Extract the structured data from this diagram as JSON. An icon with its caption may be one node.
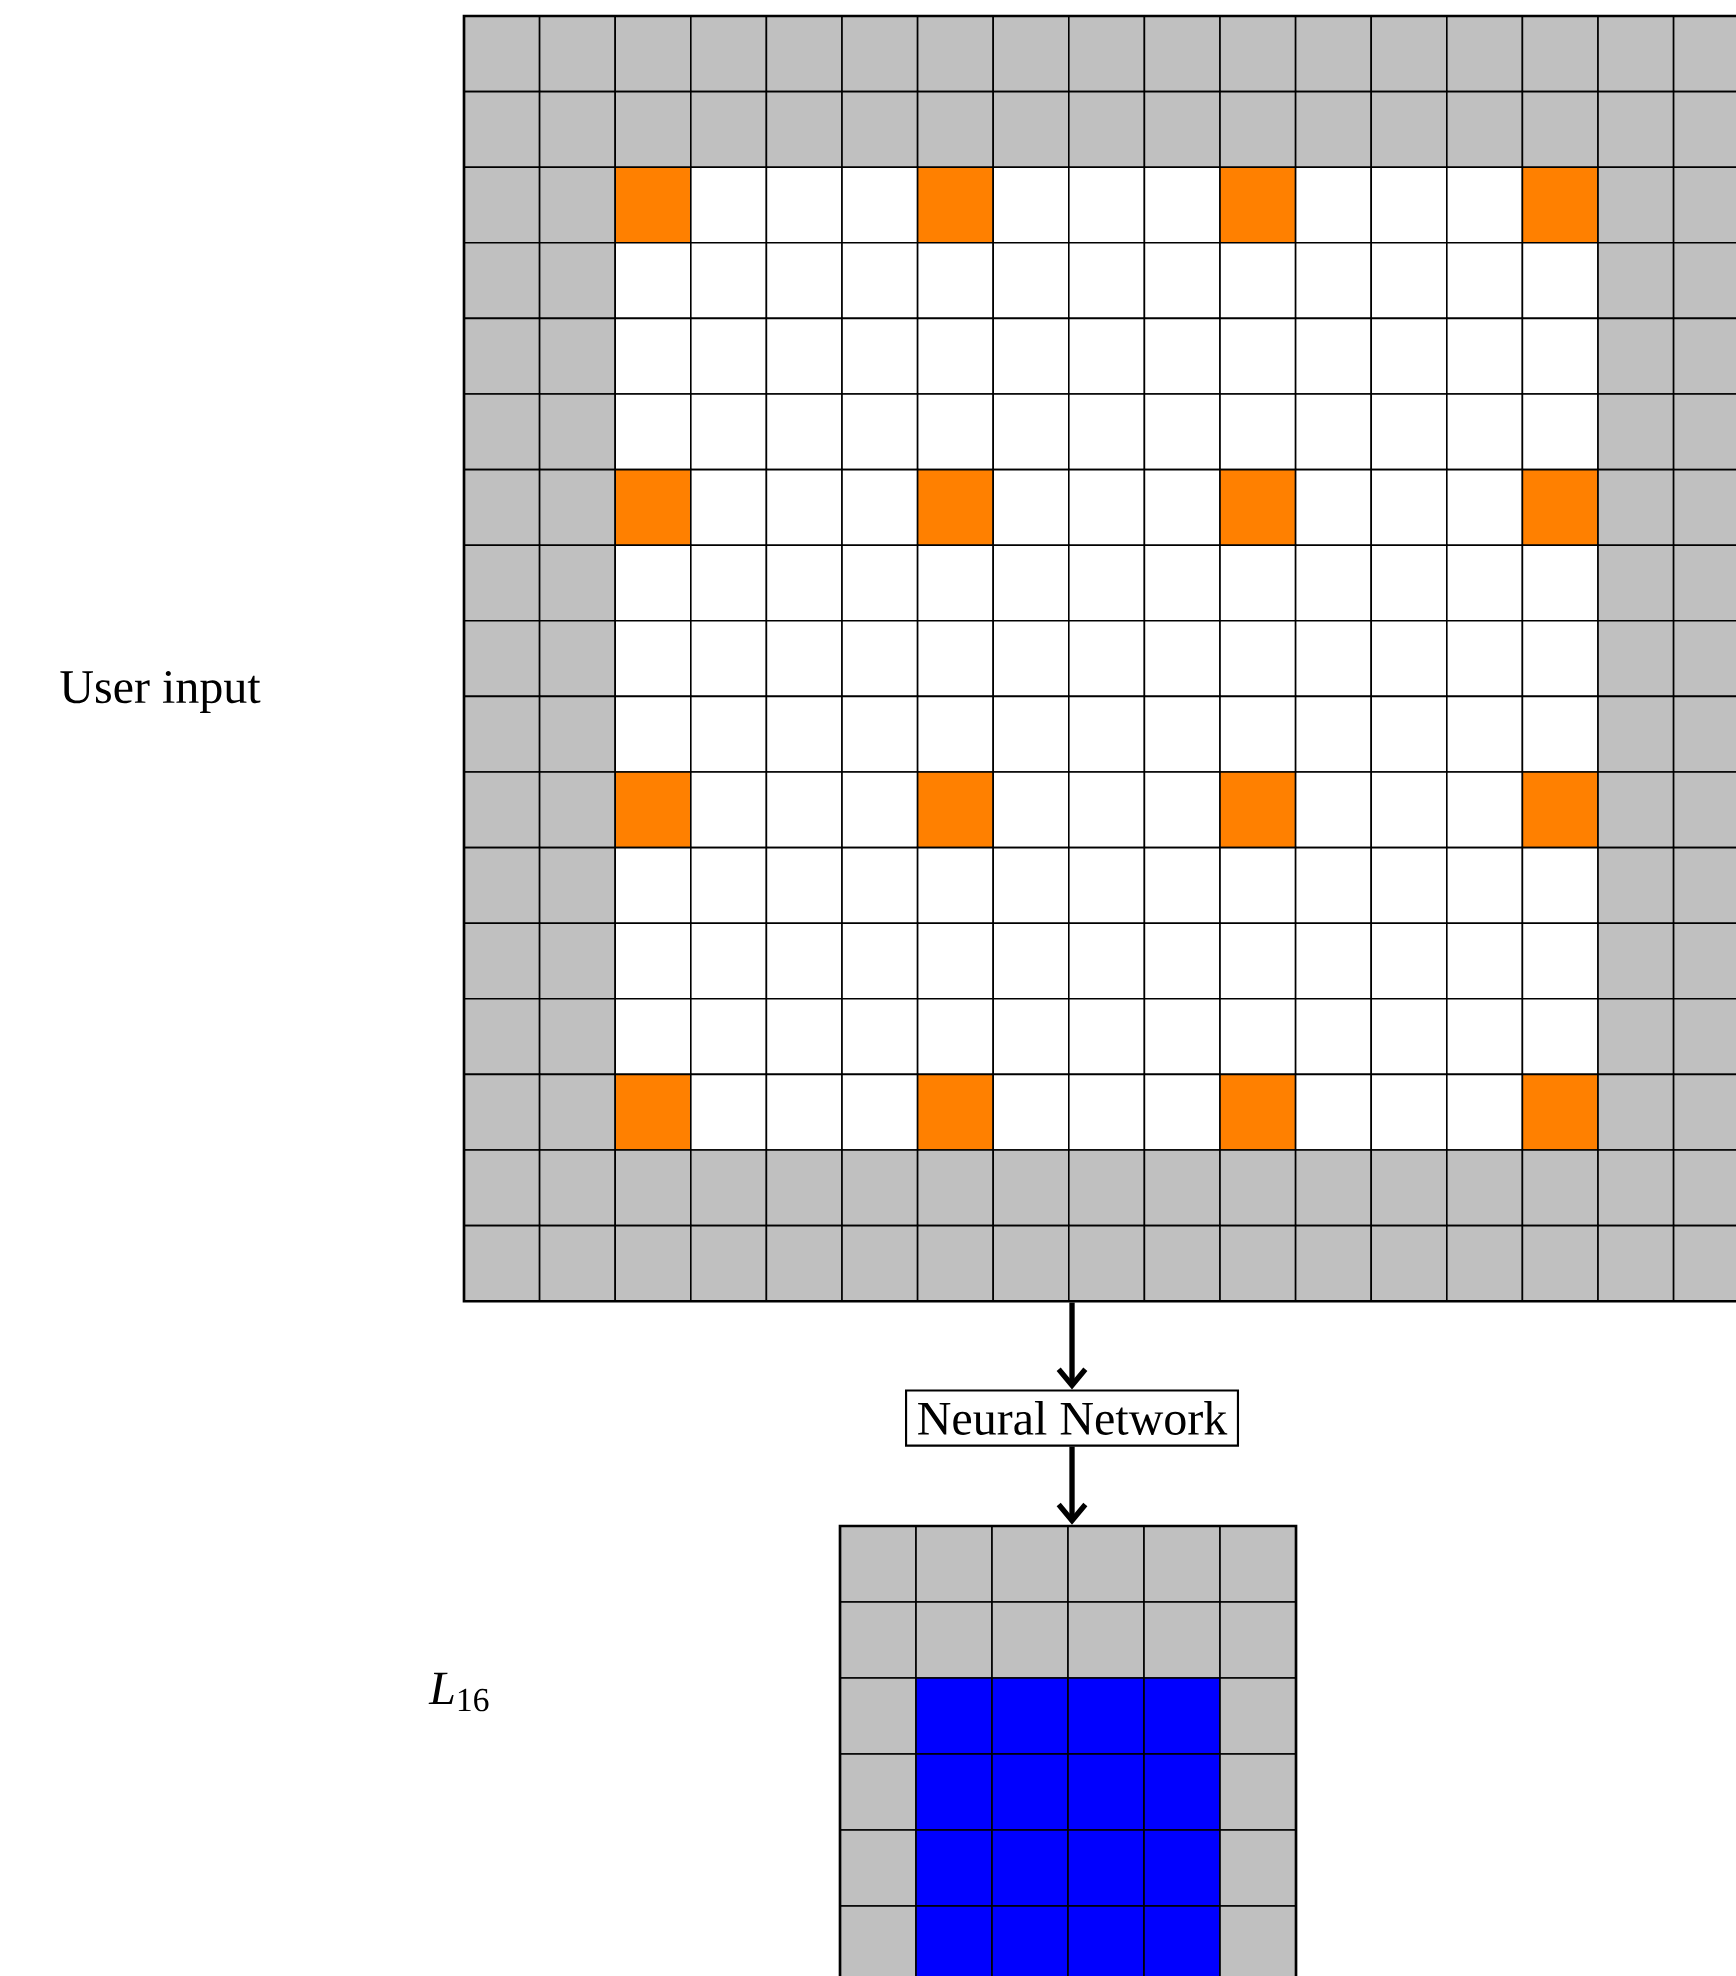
{
  "diagram": {
    "nodes": [
      {
        "text": [],
        "shape": "grid"
      },
      {
        "text": [
          "Neural Network"
        ]
      },
      {
        "text": [],
        "shape": "grid"
      }
    ],
    "edges": [
      {
        "from": 0,
        "to": 1,
        "arrow": "to"
      },
      {
        "from": 1,
        "to": 2,
        "arrow": "to"
      }
    ],
    "labels": [
      "User input",
      "*L*$_{16}$"
    ]
  }
}
